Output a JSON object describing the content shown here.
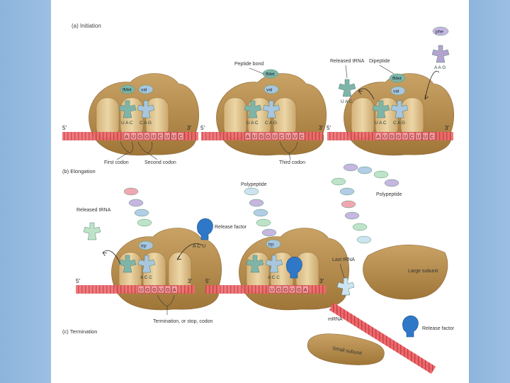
{
  "top_caption": "(a) Initiation",
  "panel_b": {
    "caption": "(b) Elongation",
    "five_prime": "5′",
    "three_prime": "3′",
    "step1": {
      "aa_left": "fMet",
      "aa_right": "val",
      "anticodon_left": "U A C",
      "anticodon_right": "C A G",
      "mrna": [
        "A",
        "U",
        "G",
        "G",
        "U",
        "C",
        "U",
        "U",
        "C"
      ],
      "label_first_codon": "First codon",
      "label_second_codon": "Second codon"
    },
    "step2": {
      "label_peptide_bond": "Peptide bond",
      "aa_top": "fMet",
      "aa_right": "val",
      "anticodon_left": "U A C",
      "anticodon_right": "C A G",
      "mrna": [
        "A",
        "U",
        "G",
        "G",
        "U",
        "C",
        "U",
        "U",
        "C"
      ],
      "label_third_codon": "Third codon"
    },
    "step3": {
      "label_released_trna": "Released tRNA",
      "released_anticodon": "U A C",
      "label_dipeptide": "Dipeptide",
      "aa_top": "fMet",
      "aa_mid": "val",
      "incoming_aa": "phe",
      "incoming_anticodon": "A A G",
      "anticodon_left": "U A C",
      "anticodon_right": "C A G",
      "mrna": [
        "A",
        "U",
        "G",
        "G",
        "U",
        "C",
        "U",
        "U",
        "C"
      ]
    }
  },
  "panel_c": {
    "caption": "(c) Termination",
    "five_prime": "5′",
    "three_prime": "3′",
    "step1": {
      "label_released_trna": "Released tRNA",
      "aa": "trp",
      "anticodon": "A C C",
      "mrna": [
        "U",
        "G",
        "G",
        "U",
        "G",
        "A"
      ],
      "label_release_factor": "Release factor",
      "rf_codon": "A C U",
      "label_stop_codon": "Termination, or stop, codon"
    },
    "step2": {
      "label_polypeptide": "Polypeptide",
      "aa": "trp",
      "anticodon": "A C C",
      "mrna": [
        "U",
        "G",
        "G",
        "U",
        "G",
        "A"
      ]
    },
    "step3": {
      "label_polypeptide": "Polypeptide",
      "label_last_trna": "Last tRNA",
      "label_large_subunit": "Large subunit",
      "label_mrna": "mRNA",
      "label_release_factor": "Release factor",
      "label_small_subunit": "Small subunit"
    }
  },
  "colors": {
    "ribosome": "#b98f4c",
    "ribosome_light": "#dcc08b",
    "mrna": "#ef6a6e",
    "trna_green": "#7fb5a8",
    "trna_blue": "#a8c6de",
    "release_factor": "#2f78c8",
    "page_background": "#ffffff",
    "side_background": "#8fb6dd"
  }
}
